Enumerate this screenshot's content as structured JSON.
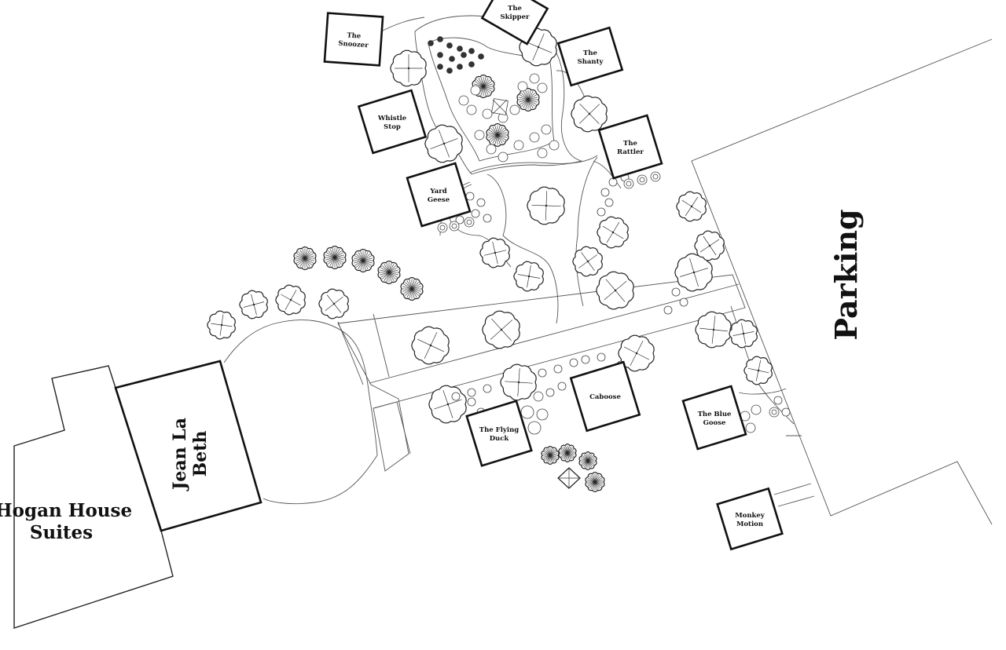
{
  "map": {
    "area_labels": {
      "hogan": [
        "Hogan House",
        "Suites"
      ],
      "jeanlabeth": [
        "Jean La",
        "Beth"
      ],
      "parking": "Parking"
    },
    "cabins": {
      "snoozer": [
        "The",
        "Snoozer"
      ],
      "skipper": [
        "The",
        "Skipper"
      ],
      "shanty": [
        "The",
        "Shanty"
      ],
      "whistle_stop": [
        "Whistle",
        "Stop"
      ],
      "rattler": [
        "The",
        "Rattler"
      ],
      "yard_geese": [
        "Yard",
        "Geese"
      ],
      "caboose": [
        "Caboose"
      ],
      "flying_duck": [
        "The Flying",
        "Duck"
      ],
      "blue_goose": [
        "The Blue",
        "Goose"
      ],
      "monkey_motion": [
        "Monkey",
        "Motion"
      ]
    }
  }
}
